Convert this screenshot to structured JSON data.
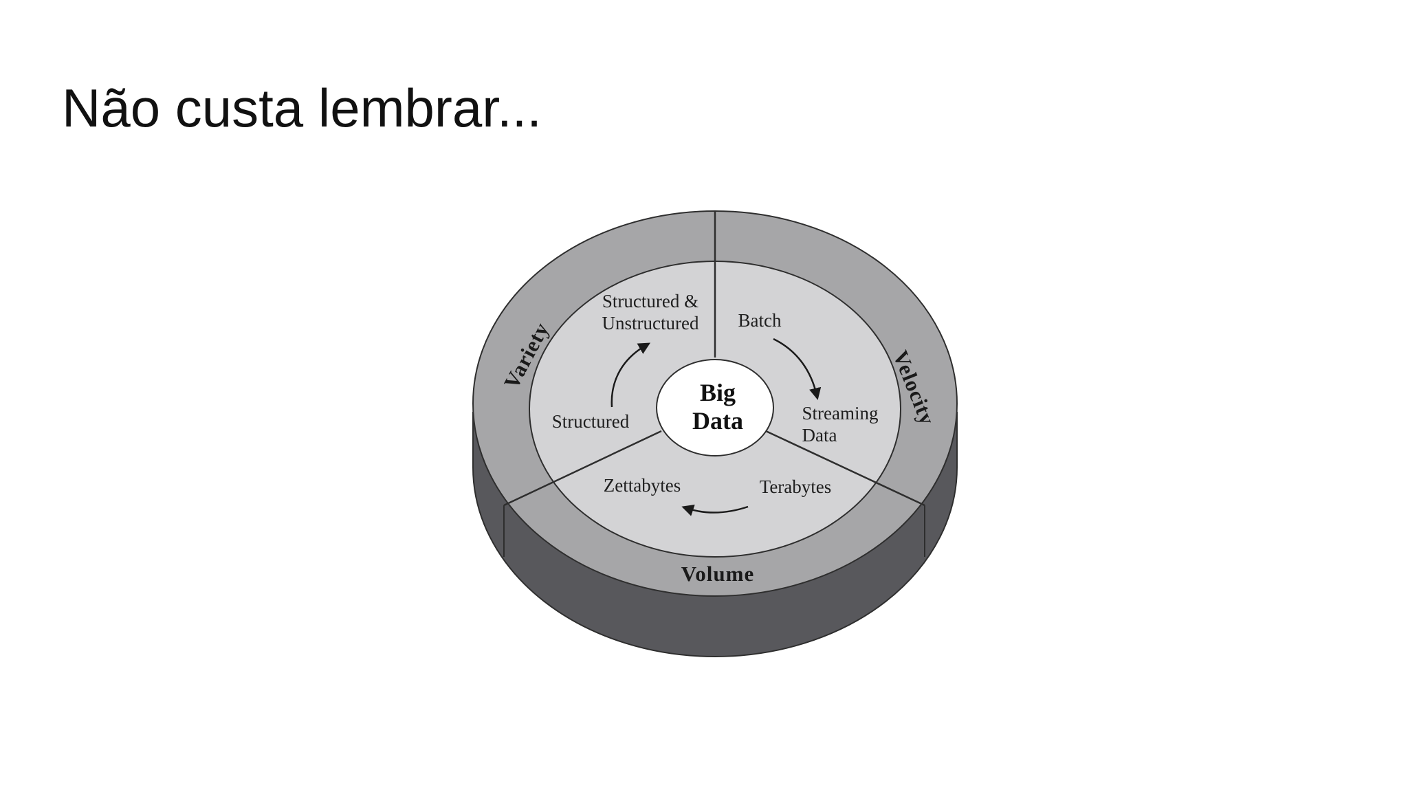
{
  "slide": {
    "title": "Não custa lembrar..."
  },
  "diagram": {
    "center": [
      "Big",
      "Data"
    ],
    "dimensions": [
      {
        "name": "Variety",
        "from": "Structured",
        "to": [
          "Structured &",
          "Unstructured"
        ]
      },
      {
        "name": "Velocity",
        "from": "Batch",
        "to": [
          "Streaming",
          "Data"
        ]
      },
      {
        "name": "Volume",
        "from": "Terabytes",
        "to": "Zettabytes"
      }
    ],
    "colors": {
      "outer_ring": "#a6a6a8",
      "inner_ring": "#d3d3d5",
      "side_wall": "#58585c",
      "center": "#ffffff",
      "lines": "#2e2e2e"
    }
  }
}
